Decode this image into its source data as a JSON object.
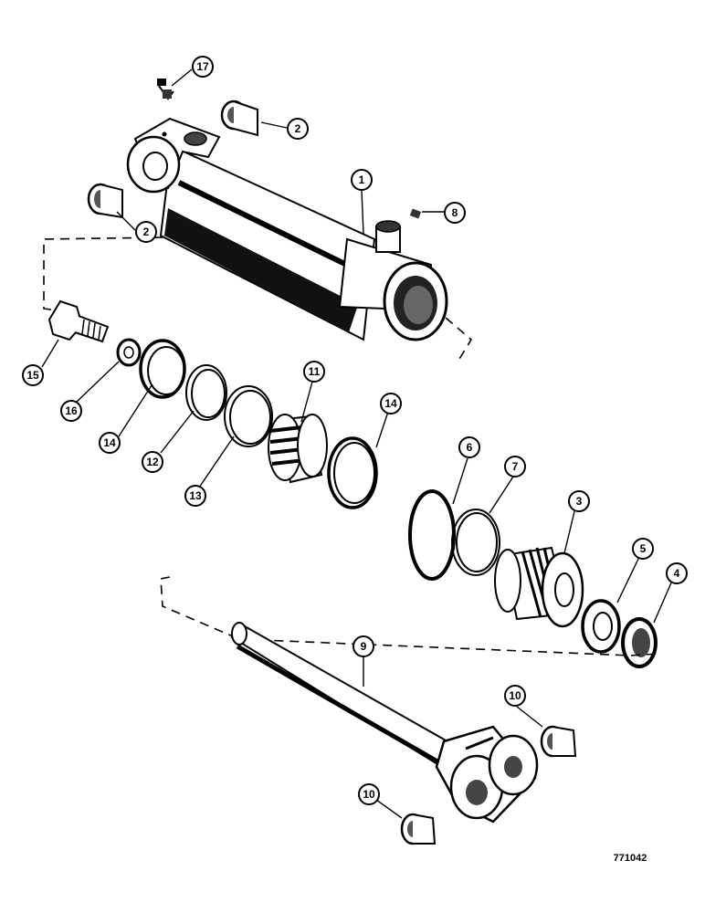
{
  "drawing_number": "771042",
  "callouts": [
    {
      "id": "c17",
      "label": "17"
    },
    {
      "id": "c2a",
      "label": "2"
    },
    {
      "id": "c2b",
      "label": "2"
    },
    {
      "id": "c1",
      "label": "1"
    },
    {
      "id": "c8",
      "label": "8"
    },
    {
      "id": "c15",
      "label": "15"
    },
    {
      "id": "c16",
      "label": "16"
    },
    {
      "id": "c14a",
      "label": "14"
    },
    {
      "id": "c12",
      "label": "12"
    },
    {
      "id": "c13",
      "label": "13"
    },
    {
      "id": "c11",
      "label": "11"
    },
    {
      "id": "c14b",
      "label": "14"
    },
    {
      "id": "c6",
      "label": "6"
    },
    {
      "id": "c7",
      "label": "7"
    },
    {
      "id": "c3",
      "label": "3"
    },
    {
      "id": "c5",
      "label": "5"
    },
    {
      "id": "c4",
      "label": "4"
    },
    {
      "id": "c9",
      "label": "9"
    },
    {
      "id": "c10a",
      "label": "10"
    },
    {
      "id": "c10b",
      "label": "10"
    }
  ]
}
